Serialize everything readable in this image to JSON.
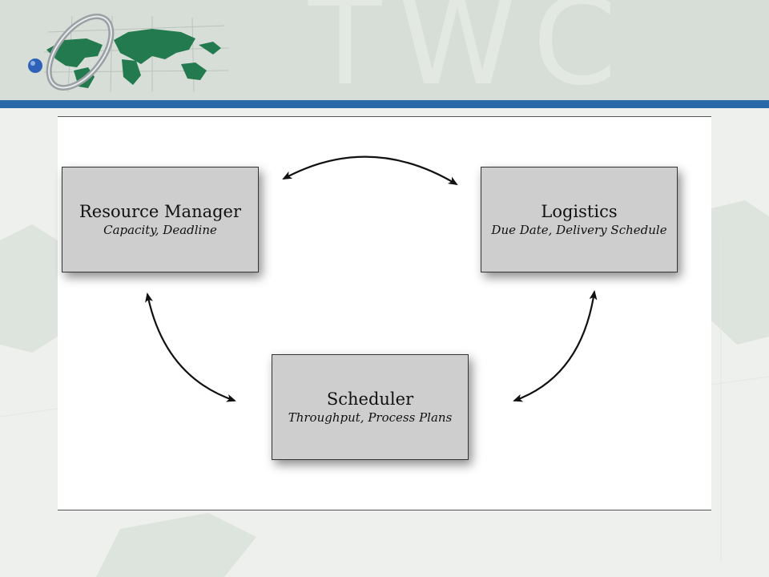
{
  "header": {
    "watermark": "TWC",
    "brand_color": "#2a69a8",
    "logo_icon": "globe-ring-logo"
  },
  "diagram": {
    "nodes": [
      {
        "title": "Resource Manager",
        "subtitle": "Capacity, Deadline"
      },
      {
        "title": "Logistics",
        "subtitle": "Due Date, Delivery Schedule"
      },
      {
        "title": "Scheduler",
        "subtitle": "Throughput, Process Plans"
      }
    ],
    "connections": [
      {
        "from": "Resource Manager",
        "to": "Logistics",
        "direction": "bidirectional"
      },
      {
        "from": "Resource Manager",
        "to": "Scheduler",
        "direction": "bidirectional"
      },
      {
        "from": "Logistics",
        "to": "Scheduler",
        "direction": "bidirectional"
      }
    ]
  }
}
